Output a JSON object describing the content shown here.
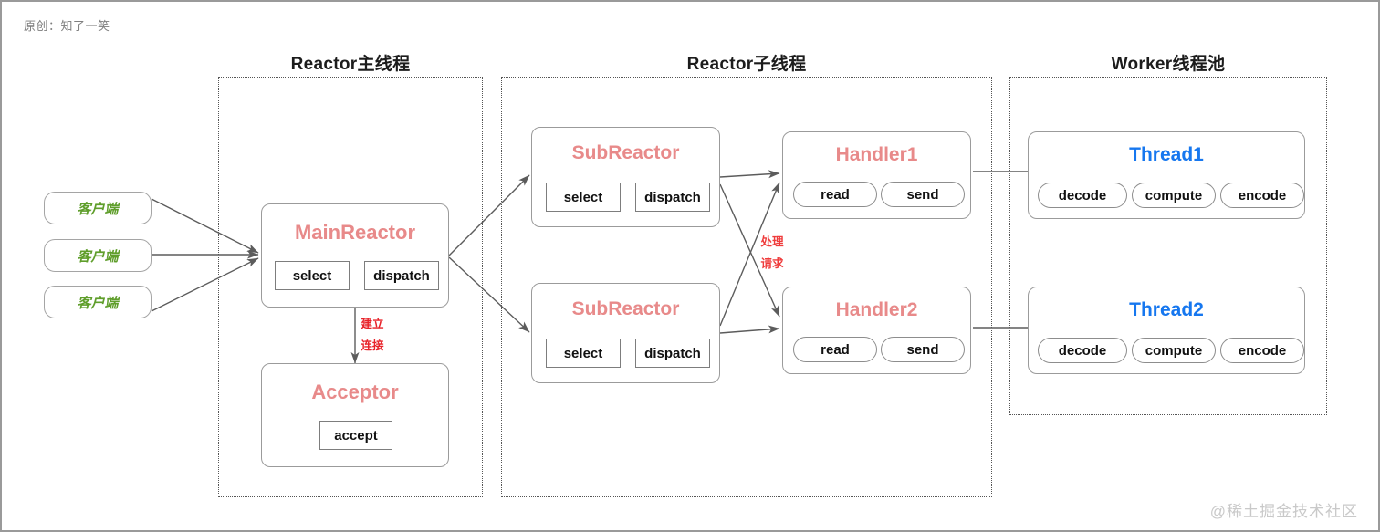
{
  "watermarks": {
    "top_left": "原创：知了一笑",
    "bottom_right": "@稀土掘金技术社区"
  },
  "colors": {
    "accent_red": "#e88a8a",
    "accent_blue": "#1677ef",
    "client_green": "#5f9e2b",
    "edge_label_red": "#e8232a",
    "box_border": "#9b9b9b",
    "lane_border": "#555555"
  },
  "lanes": [
    {
      "id": "main",
      "title": "Reactor主线程"
    },
    {
      "id": "sub",
      "title": "Reactor子线程"
    },
    {
      "id": "worker",
      "title": "Worker线程池"
    }
  ],
  "clients": [
    {
      "label": "客户端"
    },
    {
      "label": "客户端"
    },
    {
      "label": "客户端"
    }
  ],
  "nodes": {
    "main_reactor": {
      "title": "MainReactor",
      "chips": [
        {
          "label": "select",
          "shape": "rect"
        },
        {
          "label": "dispatch",
          "shape": "rect"
        }
      ]
    },
    "acceptor": {
      "title": "Acceptor",
      "chips": [
        {
          "label": "accept",
          "shape": "rect"
        }
      ]
    },
    "sub_reactor_1": {
      "title": "SubReactor",
      "chips": [
        {
          "label": "select",
          "shape": "rect"
        },
        {
          "label": "dispatch",
          "shape": "rect"
        }
      ]
    },
    "sub_reactor_2": {
      "title": "SubReactor",
      "chips": [
        {
          "label": "select",
          "shape": "rect"
        },
        {
          "label": "dispatch",
          "shape": "rect"
        }
      ]
    },
    "handler_1": {
      "title": "Handler1",
      "chips": [
        {
          "label": "read",
          "shape": "pill"
        },
        {
          "label": "send",
          "shape": "pill"
        }
      ]
    },
    "handler_2": {
      "title": "Handler2",
      "chips": [
        {
          "label": "read",
          "shape": "pill"
        },
        {
          "label": "send",
          "shape": "pill"
        }
      ]
    },
    "thread_1": {
      "title": "Thread1",
      "chips": [
        {
          "label": "decode",
          "shape": "pill"
        },
        {
          "label": "compute",
          "shape": "pill"
        },
        {
          "label": "encode",
          "shape": "pill"
        }
      ]
    },
    "thread_2": {
      "title": "Thread2",
      "chips": [
        {
          "label": "decode",
          "shape": "pill"
        },
        {
          "label": "compute",
          "shape": "pill"
        },
        {
          "label": "encode",
          "shape": "pill"
        }
      ]
    }
  },
  "edge_labels": {
    "establish_connection_line1": "建立",
    "establish_connection_line2": "连接",
    "handle_request_line1": "处理",
    "handle_request_line2": "请求"
  }
}
